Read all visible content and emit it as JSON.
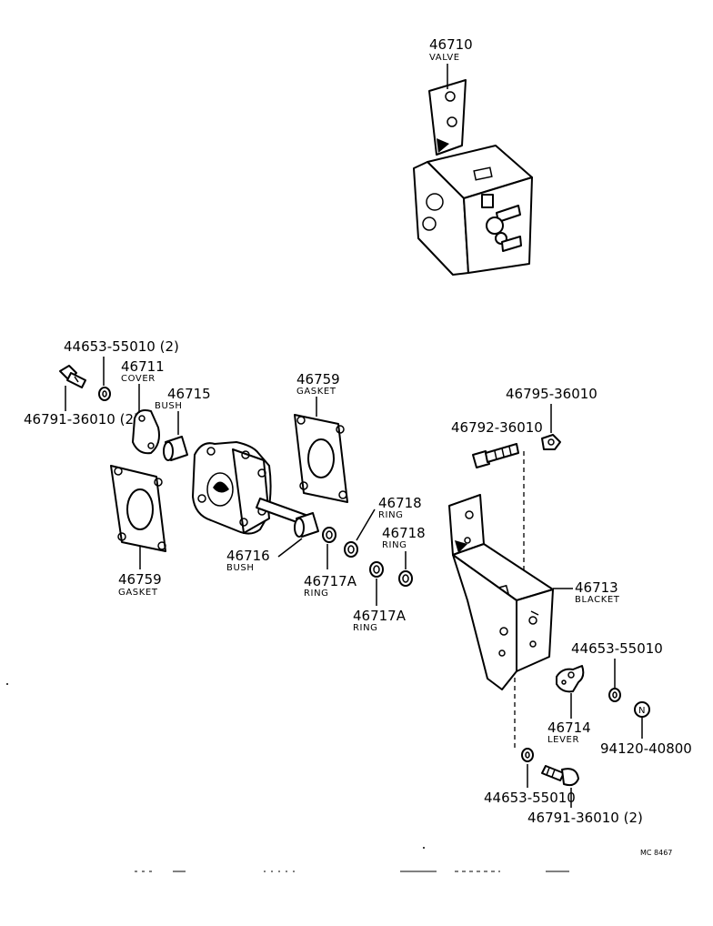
{
  "labels": {
    "valve": {
      "num": "46710",
      "name": "VALVE"
    },
    "bolt_left_top": {
      "num": "44653-55010 (2)"
    },
    "cover": {
      "num": "46711",
      "name": "COVER"
    },
    "bush_top": {
      "num": "46715",
      "name": "BUSH"
    },
    "gasket_top": {
      "num": "46759",
      "name": "GASKET"
    },
    "bolt_left": {
      "num": "46791-36010 (2)"
    },
    "gasket_left": {
      "num": "46759",
      "name": "GASKET"
    },
    "bush_mid": {
      "num": "46716",
      "name": "BUSH"
    },
    "ring_a1": {
      "num": "46717A",
      "name": "RING"
    },
    "ring_1": {
      "num": "46718",
      "name": "RING"
    },
    "ring_2": {
      "num": "46718",
      "name": "RING"
    },
    "ring_a2": {
      "num": "46717A",
      "name": "RING"
    },
    "nut_right": {
      "num": "46795-36010"
    },
    "bolt_right": {
      "num": "46792-36010"
    },
    "bracket": {
      "num": "46713",
      "name": "BLACKET"
    },
    "washer_right": {
      "num": "44653-55010"
    },
    "lever": {
      "num": "46714",
      "name": "LEVER"
    },
    "n_nut": {
      "num": "94120-40800",
      "mark": "N"
    },
    "washer_bottom": {
      "num": "44653-55010"
    },
    "bolt_bottom": {
      "num": "46791-36010 (2)"
    }
  },
  "reference_code": "MC 8467"
}
